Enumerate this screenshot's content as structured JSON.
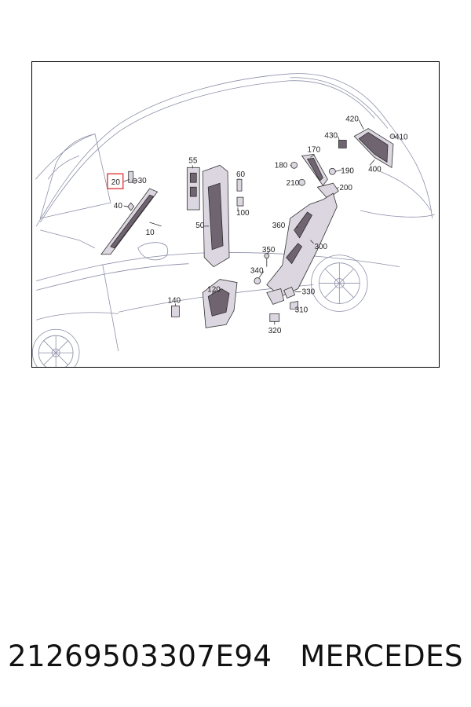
{
  "diagram": {
    "callouts": [
      {
        "id": "c20",
        "label": "20",
        "highlighted": true
      },
      {
        "id": "c30",
        "label": "30"
      },
      {
        "id": "c40",
        "label": "40"
      },
      {
        "id": "c10",
        "label": "10"
      },
      {
        "id": "c55",
        "label": "55"
      },
      {
        "id": "c60",
        "label": "60"
      },
      {
        "id": "c100",
        "label": "100"
      },
      {
        "id": "c50",
        "label": "50"
      },
      {
        "id": "c120",
        "label": "120"
      },
      {
        "id": "c140",
        "label": "140"
      },
      {
        "id": "c170",
        "label": "170"
      },
      {
        "id": "c180",
        "label": "180"
      },
      {
        "id": "c190",
        "label": "190"
      },
      {
        "id": "c210",
        "label": "210"
      },
      {
        "id": "c200",
        "label": "200"
      },
      {
        "id": "c420",
        "label": "420"
      },
      {
        "id": "c430",
        "label": "430"
      },
      {
        "id": "c410",
        "label": "410"
      },
      {
        "id": "c400",
        "label": "400"
      },
      {
        "id": "c360",
        "label": "360"
      },
      {
        "id": "c350",
        "label": "350"
      },
      {
        "id": "c300",
        "label": "300"
      },
      {
        "id": "c340",
        "label": "340"
      },
      {
        "id": "c330",
        "label": "330"
      },
      {
        "id": "c310",
        "label": "310"
      },
      {
        "id": "c320",
        "label": "320"
      }
    ],
    "highlight_color": "#e03c3c"
  },
  "caption": {
    "part_number": "21269503307E94",
    "brand": "MERCEDES"
  }
}
